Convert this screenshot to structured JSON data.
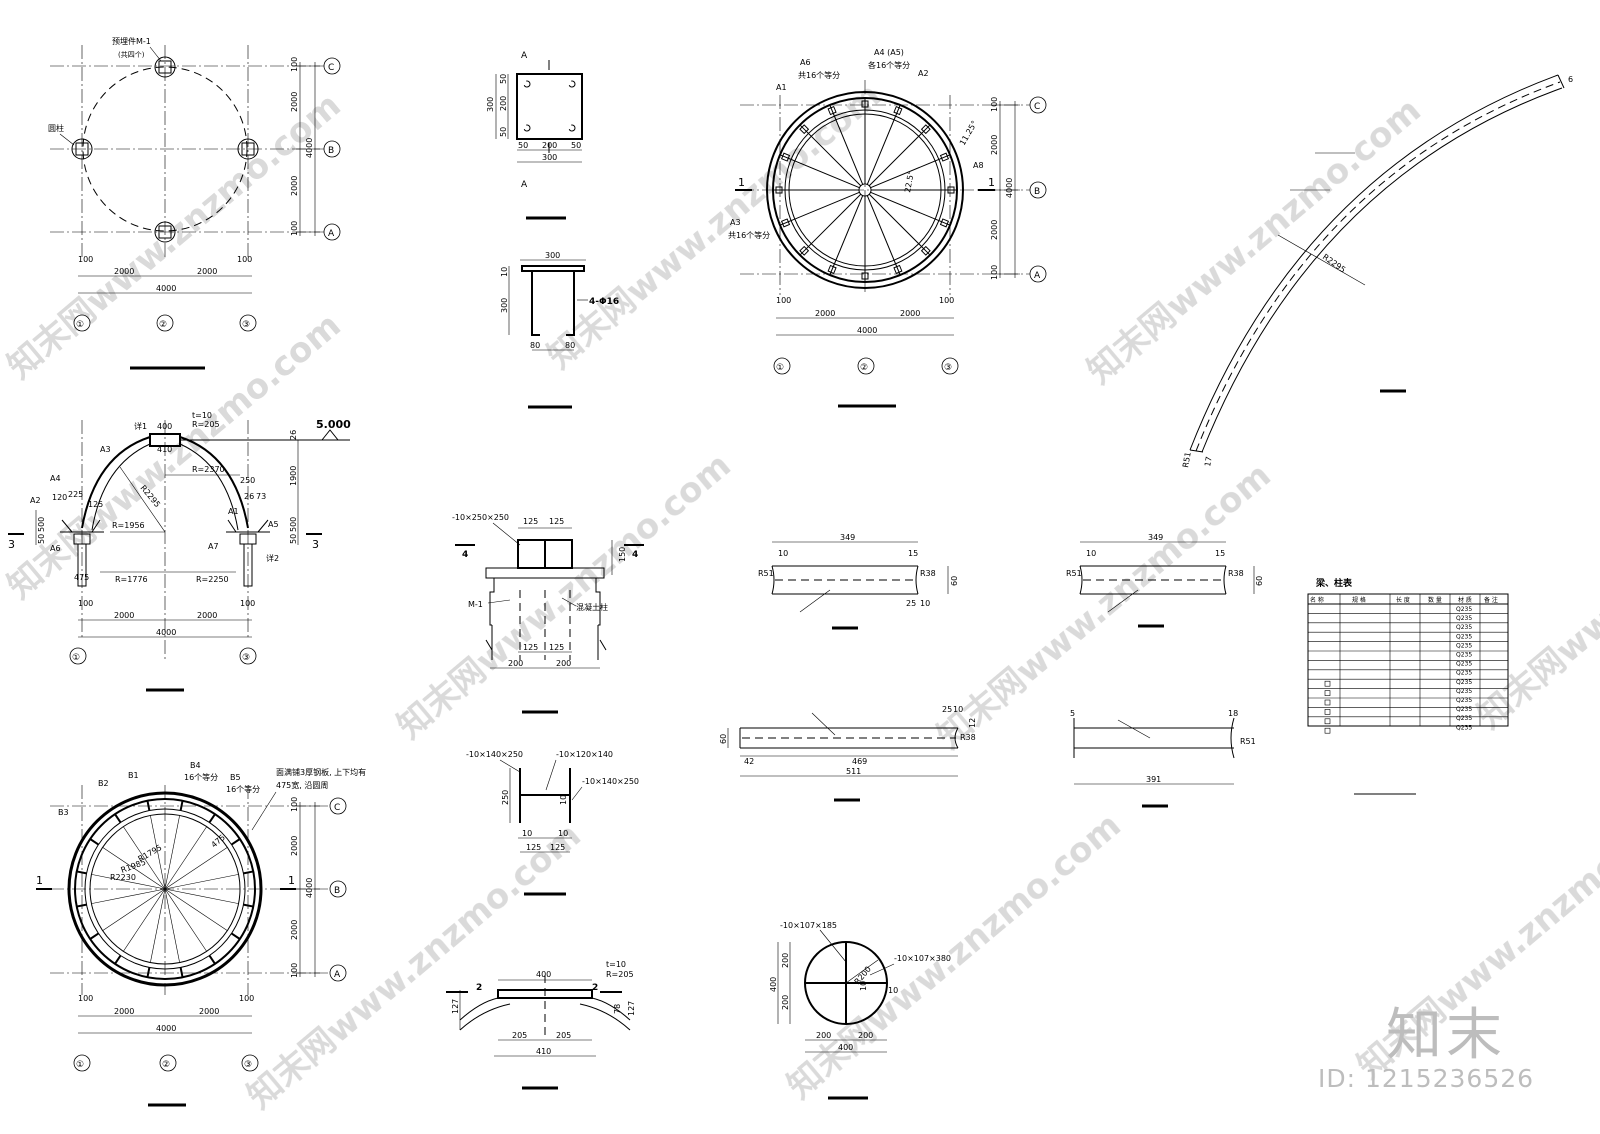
{
  "watermark": {
    "site": "知末网www.znzmo.com",
    "brand": "知末",
    "id_text": "ID: 1215236526"
  },
  "plan_top": {
    "axes_x": [
      "①",
      "②",
      "③"
    ],
    "axes_y": [
      "C",
      "B",
      "A"
    ],
    "labels": {
      "embed": "预埋件M-1",
      "embed_note": "(共四个)",
      "column": "圆柱"
    },
    "dims_x": [
      "100",
      "100",
      "2000",
      "2000",
      "4000"
    ],
    "dims_y": [
      "100",
      "2000",
      "4000",
      "2000",
      "100"
    ]
  },
  "embed_plate": {
    "sec": "A",
    "dims_v": [
      "50",
      "200",
      "50",
      "300"
    ],
    "dims_h": [
      "50",
      "200",
      "50",
      "300"
    ]
  },
  "embed_section": {
    "w": "300",
    "t": "10",
    "h": "300",
    "bolt": "4-Φ16",
    "a": "80",
    "b": "80"
  },
  "roof_plan": {
    "labels": {
      "a6": "A6",
      "a4": "A4 (A5)",
      "a4n": "各16个等分",
      "a6n": "共16个等分",
      "a1": "A1",
      "a2": "A2",
      "a8": "A8",
      "a3": "A3",
      "a3n": "共16个等分",
      "ang1": "11.25°",
      "ang2": "22.5°"
    },
    "axes_x": [
      "①",
      "②",
      "③"
    ],
    "axes_y": [
      "C",
      "B",
      "A"
    ],
    "cut": "1",
    "dims_x": [
      "100",
      "100",
      "2000",
      "2000",
      "4000"
    ],
    "dims_y": [
      "100",
      "2000",
      "4000",
      "2000",
      "100"
    ]
  },
  "arc_member": {
    "r": "R2295",
    "end_a": "R51",
    "end_b": "17",
    "end_c": "6"
  },
  "elevation": {
    "labels": {
      "d1": "详1",
      "t": "t=10",
      "r205": "R=205",
      "d400": "400",
      "d410": "410",
      "a3": "A3",
      "r2295": "R2295",
      "r2370": "R=2370",
      "a4": "A4",
      "a2": "A2",
      "a6": "A6",
      "a1": "A1",
      "a5": "A5",
      "a7": "A7",
      "d2": "详2",
      "r1956": "R=1956",
      "r1776": "R=1776",
      "r2250": "R=2250",
      "v120": "120",
      "v225": "225",
      "v125": "125",
      "v250": "250",
      "v26": "26",
      "v73": "73",
      "v475": "475",
      "elev": "5.000",
      "h26": "26",
      "h1900": "1900",
      "h50": "50",
      "h500": "500",
      "sec": "3"
    },
    "axes_x": [
      "①",
      "②",
      "③"
    ],
    "dims_x": [
      "100",
      "100",
      "2000",
      "2000",
      "4000"
    ]
  },
  "ring_plan": {
    "labels": {
      "b1": "B1",
      "b2": "B2",
      "b3": "B3",
      "b4": "B4",
      "b4n": "16个等分",
      "b5": "B5",
      "b5n": "16个等分",
      "note1": "面满铺3厚钢板, 上下均有",
      "note2": "475宽, 沿圆周",
      "r1795": "R1795",
      "r1985": "R1985",
      "r2230": "R2230",
      "d475": "475"
    },
    "axes_x": [
      "①",
      "②",
      "③"
    ],
    "axes_y": [
      "C",
      "B",
      "A"
    ],
    "cut": "1",
    "dims_x": [
      "100",
      "100",
      "2000",
      "2000",
      "4000"
    ],
    "dims_y": [
      "100",
      "2000",
      "4000",
      "2000",
      "100"
    ]
  },
  "detail_4": {
    "plate": "-10×250×250",
    "w1": "125",
    "w2": "125",
    "sec": "4",
    "h150": "150",
    "m1": "M-1",
    "conc": "混凝土柱",
    "b1": "125",
    "b2": "125",
    "c1": "200",
    "c2": "200"
  },
  "detail_h": {
    "p1": "-10×140×250",
    "p2": "-10×120×140",
    "p3": "-10×140×250",
    "h": "250",
    "t": "10",
    "a": "10",
    "b": "10",
    "c": "125",
    "d": "125"
  },
  "detail_2": {
    "sec": "2",
    "t": "t=10",
    "r": "R=205",
    "w": "400",
    "h1": "127",
    "h2": "78",
    "h3": "127",
    "a": "205",
    "b": "205",
    "c": "410"
  },
  "detail_round": {
    "p1": "-10×107×185",
    "p2": "-10×107×380",
    "r": "R200",
    "t1": "10",
    "t2": "10",
    "h1": "200",
    "h2": "400",
    "h3": "200",
    "w1": "200",
    "w2": "200",
    "w3": "400"
  },
  "member_1": {
    "len": "349",
    "a": "10",
    "b": "15",
    "r51": "R51",
    "r38": "R38",
    "h": "60",
    "c": "25",
    "d": "10"
  },
  "member_2": {
    "len": "349",
    "a": "10",
    "b": "15",
    "r51": "R51",
    "r38": "R38",
    "h": "60"
  },
  "member_3": {
    "h": "60",
    "a": "25",
    "b": "10",
    "c": "12",
    "r": "R38",
    "d": "42",
    "e": "469",
    "f": "511"
  },
  "member_4": {
    "a": "5",
    "b": "18",
    "r": "R51",
    "len": "391"
  },
  "table": {
    "title": "梁、柱表",
    "headers": [
      "名 称",
      "规 格",
      "长 度",
      "数 量",
      "材 质",
      "备 注"
    ],
    "material": [
      "Q235",
      "Q235",
      "Q235",
      "Q235",
      "Q235",
      "Q235",
      "Q235",
      "Q235",
      "Q235",
      "Q235",
      "Q235",
      "Q235",
      "Q235",
      "Q235"
    ]
  }
}
